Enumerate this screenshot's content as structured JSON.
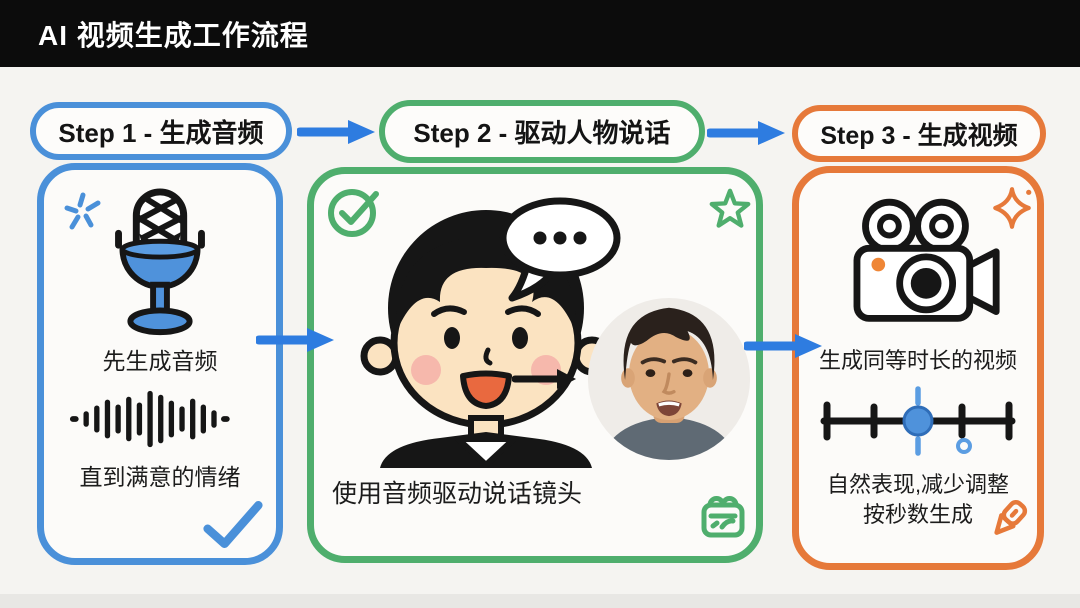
{
  "header": {
    "title": "AI 视频生成工作流程"
  },
  "colors": {
    "header_bg": "#0c0c0c",
    "page_bg": "#f5f4f1",
    "blue": "#4a90d9",
    "arrow_blue": "#2e7ce0",
    "green": "#4fae6d",
    "orange": "#e6793a",
    "ink": "#161616"
  },
  "flow": {
    "step1": {
      "label": "Step 1 - 生成音频",
      "caption_top": "先生成音频",
      "caption_bottom": "直到满意的情绪",
      "icons": [
        "sparkle-icon",
        "microphone-icon",
        "waveform-icon",
        "checkmark-icon"
      ]
    },
    "step2": {
      "label": "Step 2 - 驱动人物说话",
      "caption": "使用音频驱动说话镜头",
      "speech_bubble_text": "•••",
      "icons": [
        "check-circle-icon",
        "star-icon",
        "cartoon-avatar",
        "right-arrow-icon",
        "talking-head-photo",
        "gift-icon"
      ]
    },
    "step3": {
      "label": "Step 3 - 生成视频",
      "caption_top": "生成同等时长的视频",
      "caption_line1": "自然表现,减少调整",
      "caption_line2": "按秒数生成",
      "icons": [
        "sparkle-4point-icon",
        "video-camera-icon",
        "timeline-icon",
        "pen-icon"
      ]
    },
    "connectors": [
      "step1-to-step2-top",
      "step2-to-step3-top",
      "box1-to-box2",
      "box2-to-box3"
    ]
  }
}
